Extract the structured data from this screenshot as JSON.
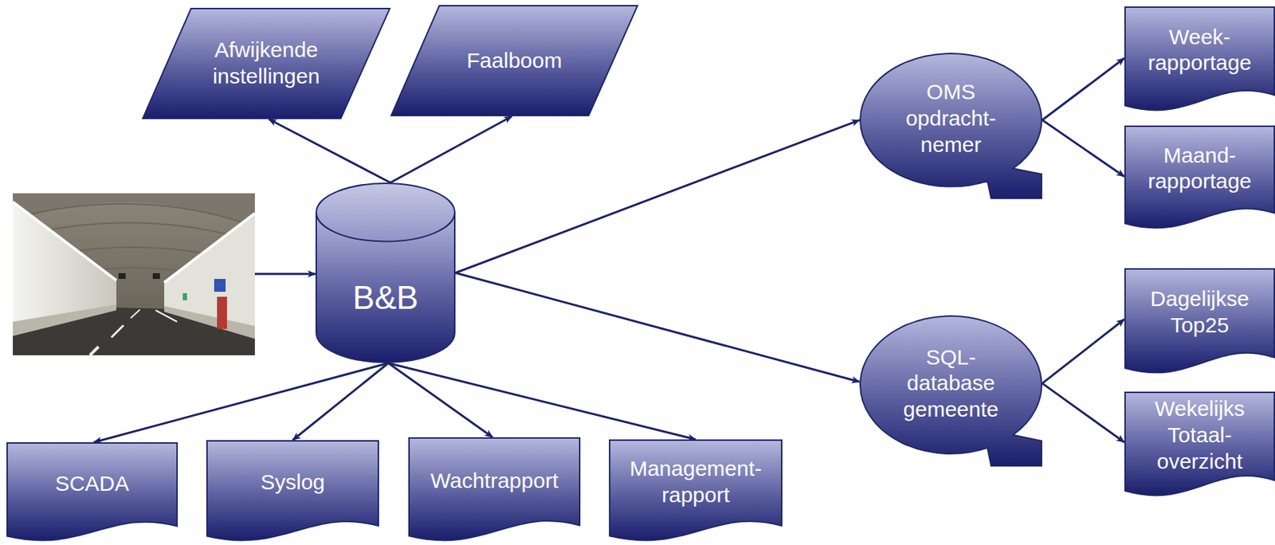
{
  "diagram": {
    "nodes": [
      {
        "text": [
          "Afwijkende instellingen"
        ]
      },
      {
        "text": [
          "Faalboom"
        ]
      },
      {
        "text": [
          "B&B"
        ]
      },
      {
        "text": [
          "OMS opdracht- nemer"
        ]
      },
      {
        "text": [
          "Week- rapportage"
        ]
      },
      {
        "text": [
          "Maand- rapportage"
        ]
      },
      {
        "text": [
          "SQL- database gemeente"
        ]
      },
      {
        "text": [
          "Dagelijkse Top25"
        ]
      },
      {
        "text": [
          "Wekelijks Totaal- overzicht"
        ]
      },
      {
        "text": [
          "SCADA"
        ]
      },
      {
        "text": [
          "Syslog"
        ]
      },
      {
        "text": [
          "Wachtrapport"
        ]
      },
      {
        "text": [
          "Management- rapport"
        ]
      }
    ],
    "edges": [
      {
        "from": 2,
        "to": 0,
        "arrow": "to"
      },
      {
        "from": 2,
        "to": 1,
        "arrow": "to"
      },
      {
        "from": 2,
        "to": 3,
        "arrow": "to"
      },
      {
        "from": 2,
        "to": 6,
        "arrow": "to"
      },
      {
        "from": 3,
        "to": 4,
        "arrow": "to"
      },
      {
        "from": 3,
        "to": 5,
        "arrow": "to"
      },
      {
        "from": 6,
        "to": 7,
        "arrow": "to"
      },
      {
        "from": 6,
        "to": 8,
        "arrow": "to"
      },
      {
        "from": 2,
        "to": 9,
        "arrow": "to"
      },
      {
        "from": 2,
        "to": 10,
        "arrow": "to"
      },
      {
        "from": 2,
        "to": 11,
        "arrow": "to"
      },
      {
        "from": 2,
        "to": 12,
        "arrow": "to"
      }
    ]
  }
}
